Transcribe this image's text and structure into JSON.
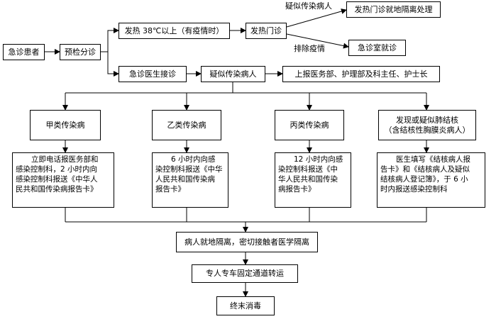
{
  "nodes": {
    "patient": "急诊患者",
    "triage": "预检分诊",
    "fever": "发热 38℃以上（有疫情时）",
    "fever_clinic": "发热门诊",
    "isolate_local": "发热门诊就地隔离处理",
    "er_room": "急诊室就诊",
    "er_doctor": "急诊医生接诊",
    "suspect": "疑似传染病人",
    "report_depts": "上报医务部、护理部及科主任、护士长",
    "class_a": "甲类传染病",
    "class_b": "乙类传染病",
    "class_c": "丙类传染病",
    "tb_l1": "发现或疑似肺结核",
    "tb_l2": "（含结核性胸膜炎病人）",
    "isolate_contacts": "病人就地隔离，密切接触者医学隔离",
    "transport": "专人专车固定通道转运",
    "disinfect": "终末消毒"
  },
  "edge_labels": {
    "suspect_upper": "疑似传染病人",
    "exclude": "排除疫情"
  },
  "actions": {
    "a_l1": "立即电话报医务部和",
    "a_l2": "感染控制科，2 小时内向",
    "a_l3": "感染控制科报送《中华人",
    "a_l4": "民共和国传染病报告卡》",
    "b_l1": "6 小时内向感",
    "b_l2": "染控制科报送《中华",
    "b_l3": "人民共和国传染病",
    "b_l4": "报告卡》",
    "c_l1": "12 小时内向感",
    "c_l2": "染控制科报送《中",
    "c_l3": "华人民共和国传染",
    "c_l4": "病报告卡》",
    "tb_l1": "医生填写《结核病人报",
    "tb_l2": "告卡》和《结核病人及疑似",
    "tb_l3": "结核病人登记簿》，于 6 小",
    "tb_l4": "时内报送感染控制科"
  }
}
